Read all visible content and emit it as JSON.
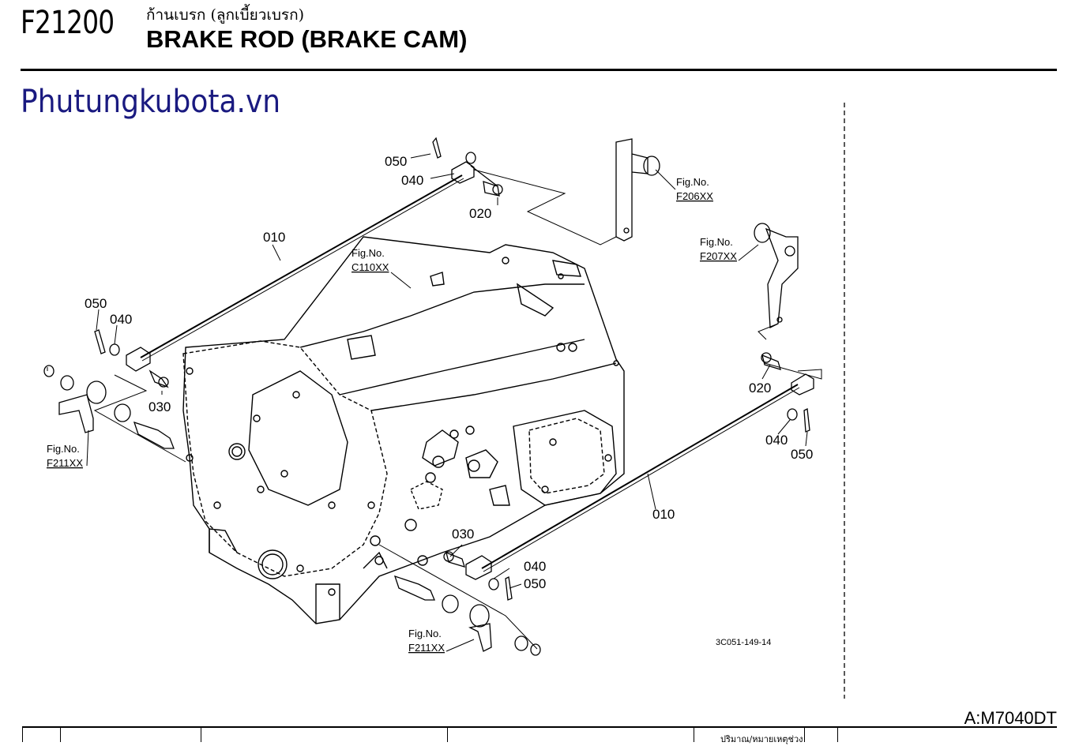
{
  "header": {
    "code": "F21200",
    "thai_title": "ก้านเบรก (ลูกเบี้ยวเบรก)",
    "title": "BRAKE ROD (BRAKE CAM)"
  },
  "watermark": "Phutungkubota.vn",
  "diagram": {
    "labels": {
      "p050_top": "050",
      "p040_top": "040",
      "p020_top": "020",
      "fig206_a": "Fig.No.",
      "fig206_b": "F206XX",
      "p010_upper": "010",
      "fig110_a": "Fig.No.",
      "fig110_b": "C110XX",
      "fig207_a": "Fig.No.",
      "fig207_b": "F207XX",
      "p050_left": "050",
      "p040_left": "040",
      "p030_left": "030",
      "fig211_left_a": "Fig.No.",
      "fig211_left_b": "F211XX",
      "p020_right": "020",
      "p040_right": "040",
      "p050_right": "050",
      "p010_lower": "010",
      "p030_bottom": "030",
      "p040_bottom": "040",
      "p050_bottom": "050",
      "fig211_bottom_a": "Fig.No.",
      "fig211_bottom_b": "F211XX",
      "drawing_no": "3C051-149-14"
    }
  },
  "model": "A:M7040DT",
  "table_header_text": "ปริมาณ/หมายเหตุช่วง"
}
